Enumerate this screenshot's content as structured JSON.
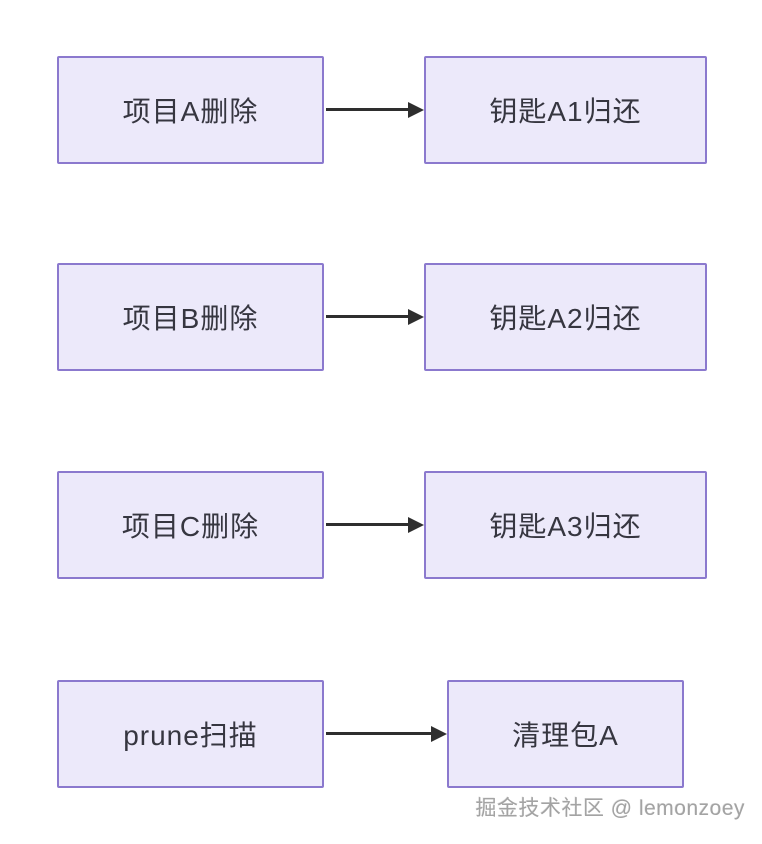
{
  "diagram": {
    "rows": [
      {
        "source": "项目A删除",
        "target": "钥匙A1归还"
      },
      {
        "source": "项目B删除",
        "target": "钥匙A2归还"
      },
      {
        "source": "项目C删除",
        "target": "钥匙A3归还"
      },
      {
        "source": "prune扫描",
        "target": "清理包A"
      }
    ],
    "watermark": "掘金技术社区 @ lemonzoey",
    "colors": {
      "box_fill": "#ece9fa",
      "box_border": "#8b79ce",
      "node_text": "#363640",
      "arrow": "#2e2e2e",
      "watermark_text": "#a3a3a3",
      "background": "#ffffff"
    }
  }
}
